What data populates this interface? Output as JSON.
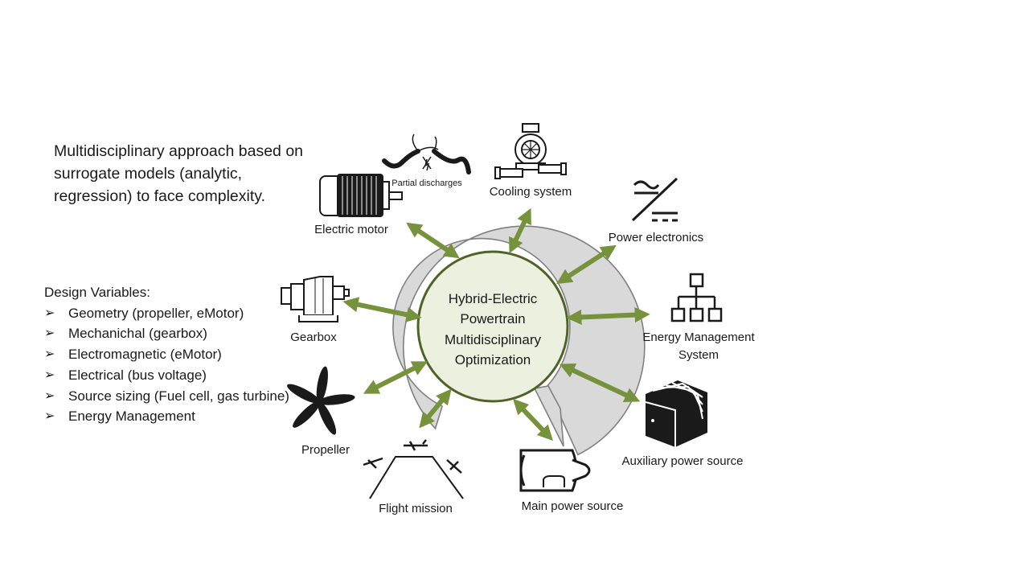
{
  "intro_text": "Multidisciplinary approach based on\nsurrogate models (analytic,\nregression) to face complexity.",
  "design_variables": {
    "heading": "Design Variables:",
    "items": [
      "Geometry (propeller, eMotor)",
      "Mechanichal (gearbox)",
      "Electromagnetic (eMotor)",
      "Electrical (bus voltage)",
      "Source sizing (Fuel cell, gas turbine)",
      "Energy Management"
    ]
  },
  "center": {
    "lines": [
      "Hybrid-Electric",
      "Powertrain",
      "Multidisciplinary",
      "Optimization"
    ]
  },
  "components": {
    "partial_discharges": "Partial discharges",
    "cooling_system": "Cooling system",
    "power_electronics": "Power electronics",
    "energy_management_1": "Energy Management",
    "energy_management_2": "System",
    "auxiliary_power_source": "Auxiliary power source",
    "main_power_source": "Main power source",
    "flight_mission": "Flight mission",
    "propeller": "Propeller",
    "gearbox": "Gearbox",
    "electric_motor": "Electric motor"
  },
  "colors": {
    "arrow_green": "#76923c",
    "center_fill": "#ebf1de",
    "center_stroke": "#4f6228",
    "ring_fill": "#d9d9d9",
    "ring_stroke": "#7f7f7f"
  }
}
